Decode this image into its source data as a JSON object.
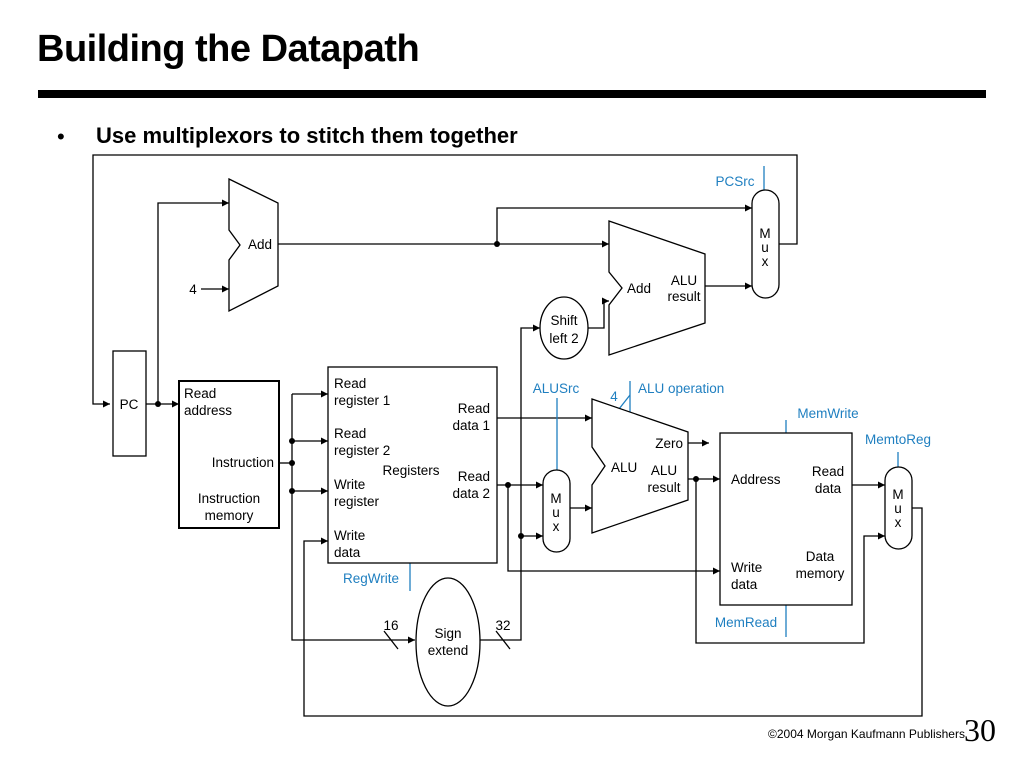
{
  "slide": {
    "title": "Building the Datapath",
    "bullet": "Use multiplexors to stitch them together",
    "copyright": "©2004 Morgan Kaufmann Publishers",
    "page_number": "30"
  },
  "diagram": {
    "pc": "PC",
    "four": "4",
    "add_top": "Add",
    "add_branch": "Add",
    "alu_result_branch": [
      "ALU",
      "result"
    ],
    "shift": [
      "Shift",
      "left 2"
    ],
    "pcsrc": "PCSrc",
    "mux": [
      "M",
      "u",
      "x"
    ],
    "imem": {
      "read_address": [
        "Read",
        "address"
      ],
      "instruction": "Instruction",
      "name": [
        "Instruction",
        "memory"
      ]
    },
    "regs": {
      "read_reg1": [
        "Read",
        "register 1"
      ],
      "read_reg2": [
        "Read",
        "register 2"
      ],
      "write_reg": [
        "Write",
        "register"
      ],
      "write_data": [
        "Write",
        "data"
      ],
      "registers": "Registers",
      "read_data1": [
        "Read",
        "data 1"
      ],
      "read_data2": [
        "Read",
        "data 2"
      ]
    },
    "regwrite": "RegWrite",
    "sign_extend": [
      "Sign",
      "extend"
    ],
    "bits16": "16",
    "bits32": "32",
    "alusrc": "ALUSrc",
    "alu_operation": "ALU operation",
    "alu_op_width": "4",
    "alu": "ALU",
    "zero": "Zero",
    "alu_result": [
      "ALU",
      "result"
    ],
    "memwrite": "MemWrite",
    "memtoreg": "MemtoReg",
    "dmem": {
      "address": "Address",
      "read_data": [
        "Read",
        "data"
      ],
      "write_data": [
        "Write",
        "data"
      ],
      "name": [
        "Data",
        "memory"
      ]
    },
    "memread": "MemRead"
  },
  "colors": {
    "control": "#1f7fc0",
    "wire": "#000000"
  }
}
